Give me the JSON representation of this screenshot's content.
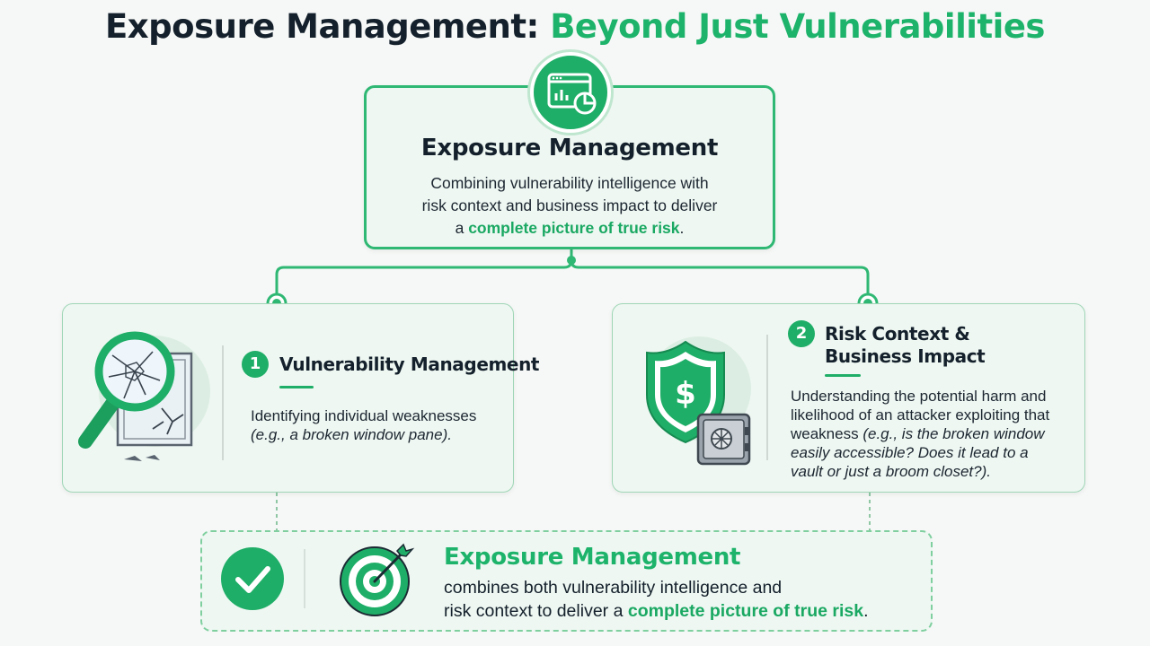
{
  "title": {
    "part1": "Exposure Management: ",
    "part2": "Beyond Just Vulnerabilities"
  },
  "top": {
    "heading": "Exposure Management",
    "desc_line1": "Combining vulnerability intelligence with",
    "desc_line2": "risk context and business impact to deliver",
    "desc_line3_prefix": "a ",
    "desc_highlight": "complete picture of true risk",
    "desc_suffix": "."
  },
  "left": {
    "number": "1",
    "heading": "Vulnerability Management",
    "desc_line1": "Identifying individual weaknesses",
    "desc_line2": "(e.g., a broken window pane)."
  },
  "right": {
    "number": "2",
    "heading_line1": "Risk Context &",
    "heading_line2": "Business Impact",
    "desc_line1": "Understanding the potential harm and",
    "desc_line2": "likelihood of an attacker exploiting that",
    "desc_line3_prefix": "weakness ",
    "desc_line3_em": "(e.g., is the broken window",
    "desc_line4": "easily accessible? Does it lead to a",
    "desc_line5": "vault or just a broom closet?)."
  },
  "bottom": {
    "heading": "Exposure Management",
    "desc_line1": "combines both vulnerability intelligence and",
    "desc_line2_prefix": "risk context to deliver a ",
    "desc_highlight": "complete picture of true risk",
    "desc_suffix": "."
  },
  "colors": {
    "accent": "#1fae67",
    "accent_text": "#1db36a",
    "text": "#14202b",
    "card_bg": "#eef7f2"
  },
  "icons": [
    "dashboard-chart-icon",
    "magnifier-broken-window-icon",
    "shield-dollar-vault-icon",
    "checkmark-icon",
    "target-arrow-icon"
  ]
}
